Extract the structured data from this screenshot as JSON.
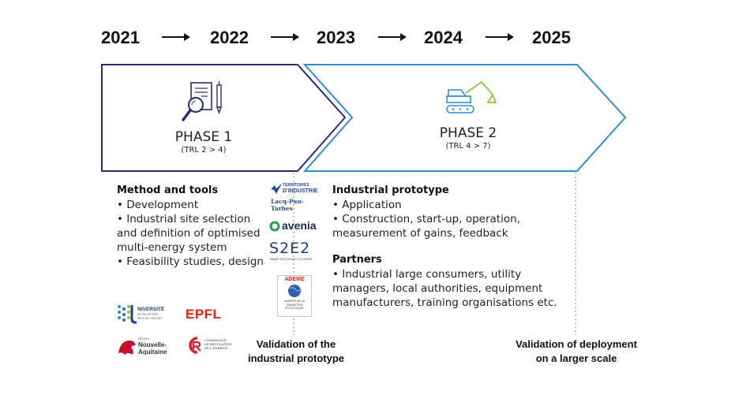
{
  "timeline": {
    "years": [
      "2021",
      "2022",
      "2023",
      "2024",
      "2025"
    ]
  },
  "phase1": {
    "title": "PHASE 1",
    "trl": "(TRL 2 > 4)",
    "icon": "document-magnifier-pen-icon",
    "color": "#2d2a6e"
  },
  "phase2": {
    "title": "PHASE 2",
    "trl": "(TRL 4 > 7)",
    "icon": "excavator-icon",
    "color": "#2f8fd6",
    "icon_accent": "#8cc63f"
  },
  "method": {
    "title": "Method and tools",
    "lines": [
      "• Development",
      "• Industrial site selection",
      "and definition of optimised",
      "multi-energy system",
      "• Feasibility studies, design"
    ]
  },
  "prototype": {
    "title": "Industrial prototype",
    "lines": [
      "• Application",
      "• Construction, start-up, operation,",
      "measurement of gains, feedback"
    ]
  },
  "partners": {
    "title": "Partners",
    "lines": [
      "• Industrial large consumers, utility",
      "managers, local authorities, equipment",
      "manufacturers, training organisations etc."
    ]
  },
  "logos": {
    "territoires_line1": "TERRITOIRES",
    "territoires_line2": "D'INDUSTRIE",
    "territoires_line3": "Lacq-Pau-Tarbes",
    "avenia": "avenia",
    "s2e2": "S2E2",
    "s2e2_sub": "SMART ELECTRICITY CLUSTER",
    "ademe": "ADEME",
    "ademe_sub1": "AGENCE DE LA",
    "ademe_sub2": "TRANSITION",
    "ademe_sub3": "ÉCOLOGIQUE",
    "upp": "NIVERSITÉ",
    "upp_sub1": "DE PAU ET DES",
    "upp_sub2": "PAYS DE L'ADOUR",
    "epfl": "EPFL",
    "region_small": "RÉGION",
    "region1": "Nouvelle-",
    "region2": "Aquitaine",
    "cre1": "COMMISSION",
    "cre2": "DE RÉGULATION",
    "cre3": "DE L'ÉNERGIE"
  },
  "validation1": [
    "Validation of the",
    "industrial prototype"
  ],
  "validation2": [
    "Validation of deployment",
    "on a larger scale"
  ]
}
